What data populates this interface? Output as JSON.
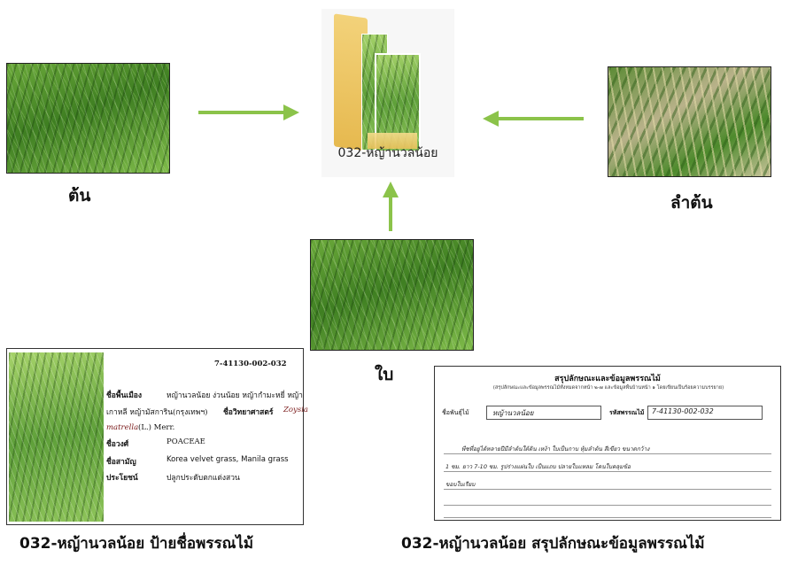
{
  "folder": {
    "caption": "032-หญ้านวลน้อย",
    "icon": "folder-icon"
  },
  "images": {
    "stem": {
      "label": "ต้น"
    },
    "culm": {
      "label": "ลำต้น"
    },
    "leaf": {
      "label": "ใบ"
    }
  },
  "label_card": {
    "code": "7-41130-002-032",
    "local_name_key": "ชื่อพื้นเมือง",
    "local_name_val": "หญ้านวลน้อย ง่วนน้อย หญ้ากำมะหยี่ หญ้า",
    "local_name_val2": "เกาหลี หญ้ามัสการิน(กรุงเทพฯ)",
    "sci_key": "ชื่อวิทยาศาสตร์",
    "sci_val": "Zoysia",
    "sci_val2": "matrella",
    "sci_author": "(L.) Merr.",
    "family_key": "ชื่อวงศ์",
    "family_val": "POACEAE",
    "common_key": "ชื่อสามัญ",
    "common_val": "Korea velvet grass, Manila grass",
    "use_key": "ประโยชน์",
    "use_val": "ปลูกประดับตกแต่งสวน",
    "caption": "032-หญ้านวลน้อย  ป้ายชื่อพรรณไม้"
  },
  "summary_sheet": {
    "title": "สรุปลักษณะและข้อมูลพรรณไม้",
    "subtitle": "(สรุปลักษณะและข้อมูลพรรณไม้ทั้งหมดจากหน้า ๒-๗ และข้อมูลพื้นบ้านหน้า ๑ โดยเขียนเป็นร้อยความบรรยาย)",
    "plant_name_key": "ชื่อพันธุ์ไม้",
    "plant_name_val": "หญ้านวลน้อย",
    "code_key": "รหัสพรรณไม้",
    "code_val": "7-41130-002-032",
    "line1": "พืชที่อยู่ได้หลายปีมีลำต้นใต้ดิน เหง้า ใบเป็นกาบ หุ้มลำต้น สีเขียว ขนาดกว้าง",
    "line2": "1 ซม. ยาว 7-10 ซม. รูปร่างแผ่นใบ เป็นแถบ ปลายใบแหลม โคนใบคลุมข้อ",
    "line3": "ขอบใบเรียบ",
    "caption": "032-หญ้านวลน้อย สรุปลักษณะข้อมูลพรรณไม้"
  },
  "colors": {
    "arrow": "#8bc34a"
  }
}
